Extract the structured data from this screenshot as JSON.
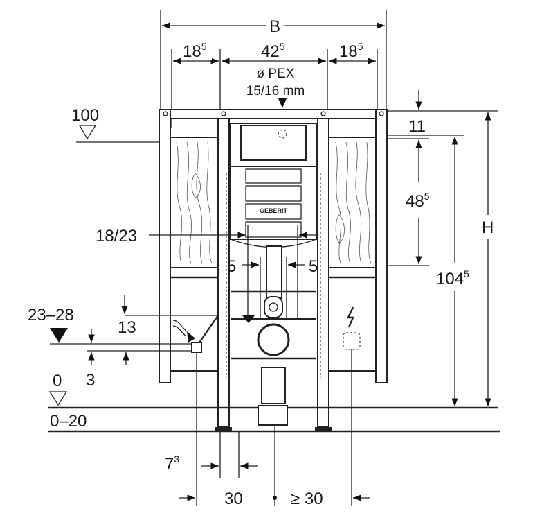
{
  "diagram": {
    "title": "Geberit installation frame dimension drawing",
    "logo_text": "GEBERIT",
    "width_label": "B",
    "height_label": "H",
    "top_dims": [
      {
        "base": "18",
        "sup": "5"
      },
      {
        "base": "42",
        "sup": "5"
      },
      {
        "base": "18",
        "sup": "5"
      }
    ],
    "pipe_label": "ø PEX",
    "pipe_size": "15/16 mm",
    "level_100": "100",
    "dim_11": "11",
    "dim_48": {
      "base": "48",
      "sup": "5"
    },
    "dim_104": {
      "base": "104",
      "sup": "5"
    },
    "dim_18_23": "18/23",
    "dim_5_left": "5",
    "dim_5_right": "5",
    "dim_23_28": "23–28",
    "dim_13": "13",
    "dim_3": "3",
    "level_0": "0",
    "level_0_20": "0–20",
    "dim_7": {
      "base": "7",
      "sup": "3"
    },
    "dim_30": "30",
    "dim_ge_30": "≥ 30",
    "line_color": "#222222"
  }
}
